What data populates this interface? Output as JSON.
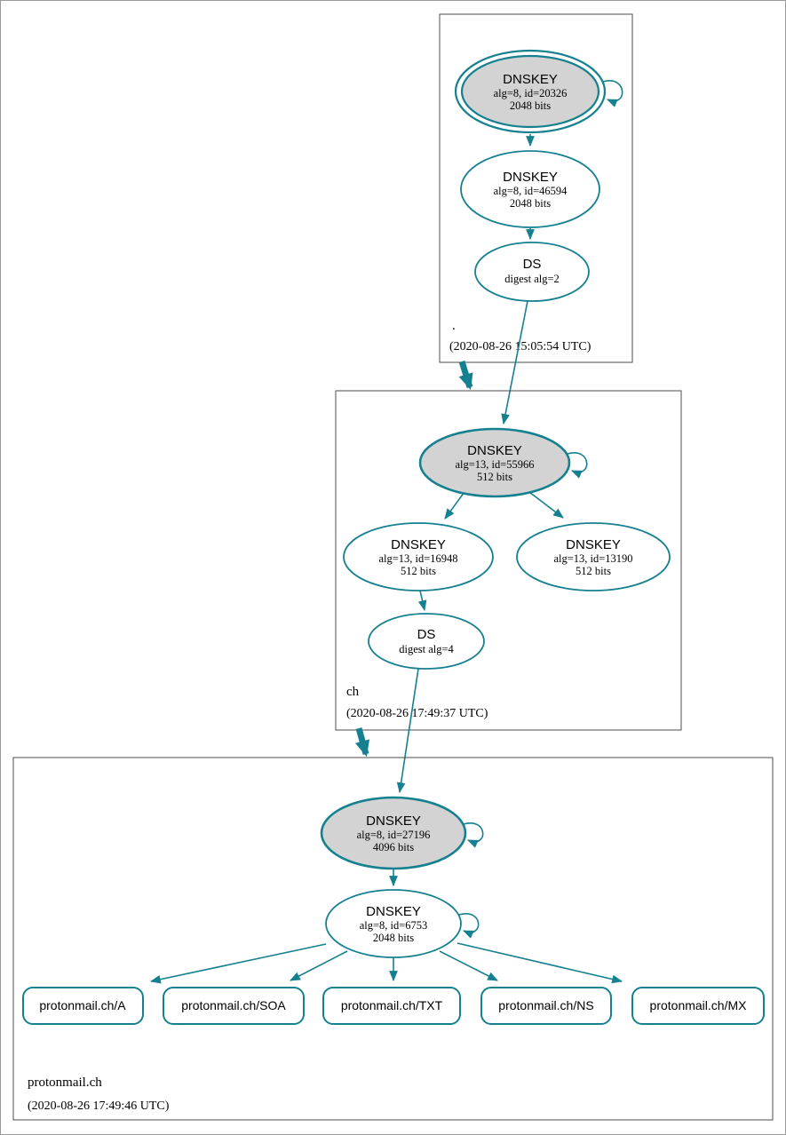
{
  "diagram": {
    "type": "dnssec-authentication-chain",
    "colors": {
      "edge_teal": "#15808f",
      "ksk_fill_gray": "#d3d3d3",
      "node_fill": "#ffffff",
      "zone_border": "#4d4d4d",
      "outer_border": "#9a9a9a"
    },
    "zones": [
      {
        "label": ".",
        "timestamp": "(2020-08-26 15:05:54 UTC)",
        "nodes": {
          "ksk": {
            "title": "DNSKEY",
            "alg": "alg=8, id=20326",
            "bits": "2048 bits",
            "double_border": true,
            "self_signed": true
          },
          "zsk": {
            "title": "DNSKEY",
            "alg": "alg=8, id=46594",
            "bits": "2048 bits"
          },
          "ds": {
            "title": "DS",
            "detail": "digest alg=2"
          }
        }
      },
      {
        "label": "ch",
        "timestamp": "(2020-08-26 17:49:37 UTC)",
        "nodes": {
          "ksk": {
            "title": "DNSKEY",
            "alg": "alg=13, id=55966",
            "bits": "512 bits",
            "self_signed": true
          },
          "key1": {
            "title": "DNSKEY",
            "alg": "alg=13, id=16948",
            "bits": "512 bits"
          },
          "key2": {
            "title": "DNSKEY",
            "alg": "alg=13, id=13190",
            "bits": "512 bits"
          },
          "ds": {
            "title": "DS",
            "detail": "digest alg=4"
          }
        }
      },
      {
        "label": "protonmail.ch",
        "timestamp": "(2020-08-26 17:49:46 UTC)",
        "nodes": {
          "ksk": {
            "title": "DNSKEY",
            "alg": "alg=8, id=27196",
            "bits": "4096 bits",
            "self_signed": true
          },
          "zsk": {
            "title": "DNSKEY",
            "alg": "alg=8, id=6753",
            "bits": "2048 bits",
            "self_signed": true
          }
        },
        "rrsets": [
          "protonmail.ch/A",
          "protonmail.ch/SOA",
          "protonmail.ch/TXT",
          "protonmail.ch/NS",
          "protonmail.ch/MX"
        ]
      }
    ]
  }
}
